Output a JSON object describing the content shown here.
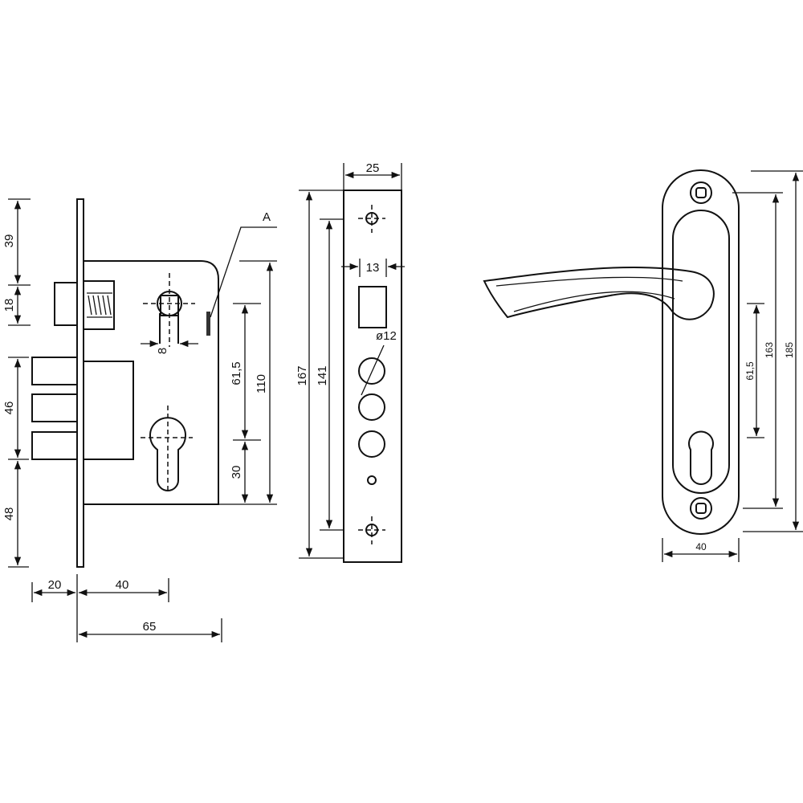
{
  "drawing": {
    "lock_body": {
      "dims": {
        "d39": "39",
        "d18": "18",
        "d46": "46",
        "d48": "48",
        "d8": "8",
        "d61": "61,5",
        "d30": "30",
        "d110": "110",
        "d20": "20",
        "d40": "40",
        "d65": "65"
      },
      "callout": "A"
    },
    "faceplate": {
      "dims": {
        "d25": "25",
        "d13": "13",
        "d12": "ø12",
        "d167": "167",
        "d141": "141"
      }
    },
    "handle": {
      "dims": {
        "d61": "61,5",
        "d163": "163",
        "d185": "185",
        "d40": "40"
      }
    }
  }
}
